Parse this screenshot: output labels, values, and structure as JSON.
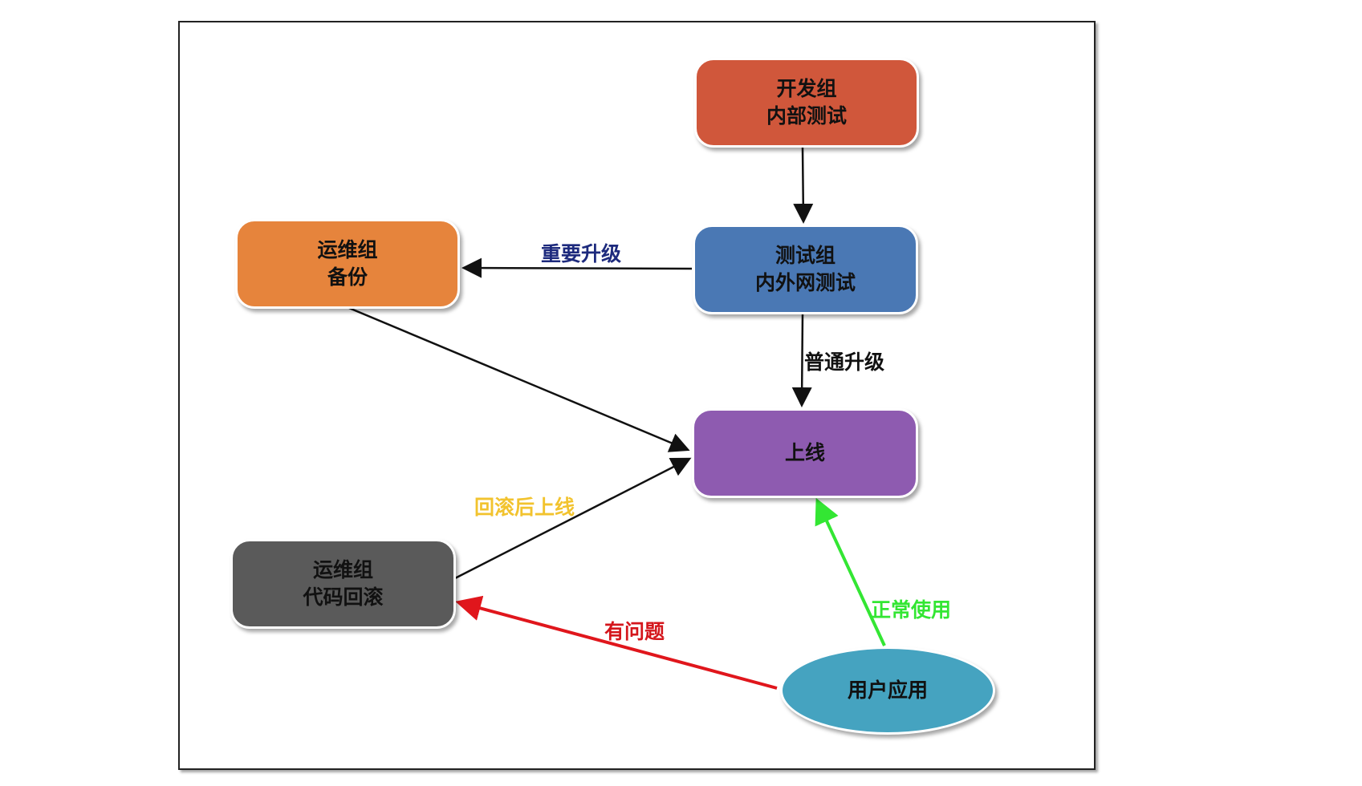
{
  "nodes": {
    "dev": {
      "line1": "开发组",
      "line2": "内部测试",
      "color": "#d0573b"
    },
    "test": {
      "line1": "测试组",
      "line2": "内外网测试",
      "color": "#4a78b4"
    },
    "ops_backup": {
      "line1": "运维组",
      "line2": "备份",
      "color": "#e6843c"
    },
    "online": {
      "line1": "上线",
      "color": "#8e5bb0"
    },
    "ops_rollback": {
      "line1": "运维组",
      "line2": "代码回滚",
      "color": "#5a5a5a"
    },
    "user": {
      "line1": "用户应用",
      "color": "#45a3c0"
    }
  },
  "edge_labels": {
    "major_upgrade": "重要升级",
    "normal_upgrade": "普通升级",
    "rollback_online": "回滚后上线",
    "problem": "有问题",
    "normal_use": "正常使用"
  },
  "colors": {
    "arrow_default": "#111111",
    "arrow_problem": "#e0161c",
    "arrow_normal_use": "#33e633",
    "label_major": "#1d2a7d",
    "label_rollback_online": "#f2c32e",
    "label_problem": "#d4161c",
    "label_normal_use": "#33e633"
  }
}
